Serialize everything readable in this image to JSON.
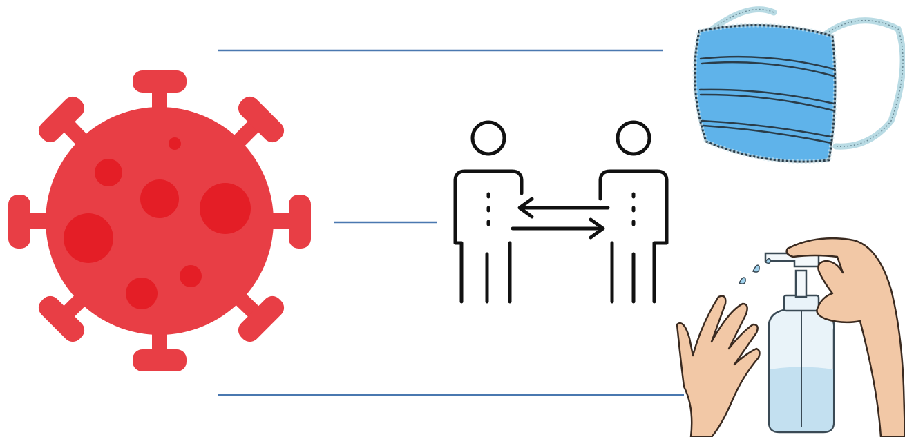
{
  "diagram": {
    "nodes": [
      {
        "id": "virus",
        "icon": "virus-icon",
        "color": "#e83e45",
        "spot_color": "#e41e26"
      },
      {
        "id": "face-mask",
        "icon": "face-mask-icon",
        "color": "#5fb3ea"
      },
      {
        "id": "social-distancing",
        "icon": "social-distancing-icon",
        "color": "#111111"
      },
      {
        "id": "hand-sanitizer",
        "icon": "hand-sanitizer-icon",
        "color": "#f2c8a6"
      }
    ],
    "connectors": [
      {
        "from": "virus",
        "to": "face-mask"
      },
      {
        "from": "virus",
        "to": "social-distancing"
      },
      {
        "from": "virus",
        "to": "hand-sanitizer"
      }
    ],
    "connector_color": "#4a78b0"
  }
}
